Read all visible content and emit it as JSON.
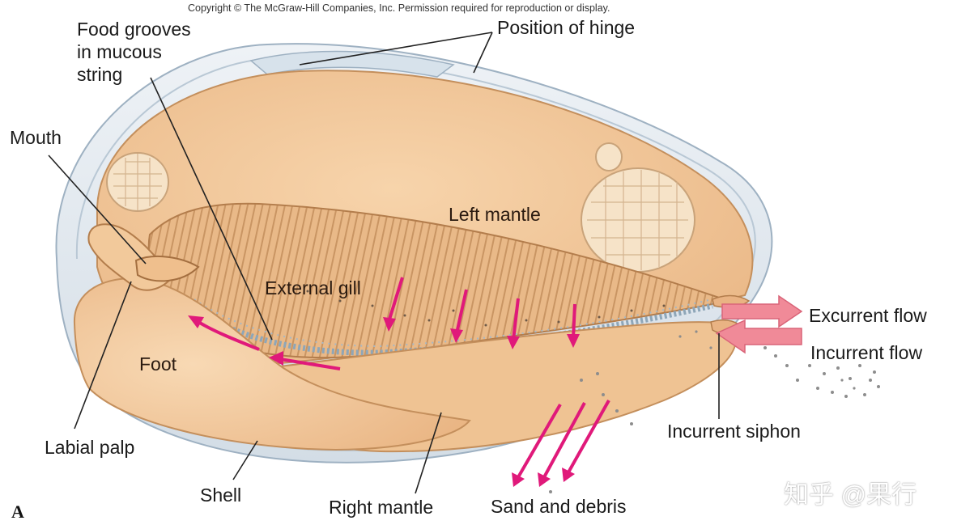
{
  "copyright": "Copyright © The McGraw-Hill Companies, Inc. Permission required for reproduction or display.",
  "panel_letter": "A",
  "watermark": "知乎 @果行",
  "labels": {
    "food_grooves": [
      "Food grooves",
      "in mucous",
      "string"
    ],
    "position_of_hinge": "Position of hinge",
    "mouth": "Mouth",
    "left_mantle": "Left mantle",
    "external_gill": "External gill",
    "foot": "Foot",
    "excurrent_flow": "Excurrent flow",
    "incurrent_flow": "Incurrent flow",
    "incurrent_siphon": "Incurrent siphon",
    "labial_palp": "Labial palp",
    "shell": "Shell",
    "right_mantle": "Right mantle",
    "sand_and_debris": "Sand and debris"
  },
  "colors": {
    "shell": "#dfe7ee",
    "shell_edge": "#9eb1c2",
    "mantle": "#f3c99c",
    "mantle_shade": "#e6b07e",
    "gill": "#e7b585",
    "gill_stripe": "#c7905e",
    "flow_arrow": "#e0197a",
    "siphon_arrow": "#f08a98",
    "leader_line": "#222222"
  }
}
